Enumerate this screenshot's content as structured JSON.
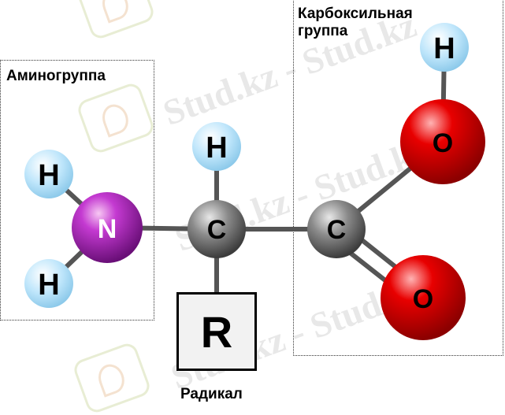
{
  "watermark": {
    "text": "Stud.kz - Stud.kz"
  },
  "groups": {
    "amino_label": "Аминогруппа",
    "carboxyl_label": "Карбоксильная\nгруппа"
  },
  "atoms": {
    "h_amino_top": "H",
    "h_amino_bottom": "H",
    "nitrogen": "N",
    "c_alpha": "C",
    "h_alpha": "H",
    "c_carboxyl": "C",
    "o_hydroxyl": "O",
    "h_hydroxyl": "H",
    "o_carbonyl": "O"
  },
  "radical": {
    "symbol": "R",
    "label": "Радикал"
  },
  "colors": {
    "hydrogen": "#bfe6fb",
    "nitrogen": "#a321b0",
    "carbon": "#8a8a8a",
    "oxygen": "#d90000",
    "bond": "#555555"
  }
}
